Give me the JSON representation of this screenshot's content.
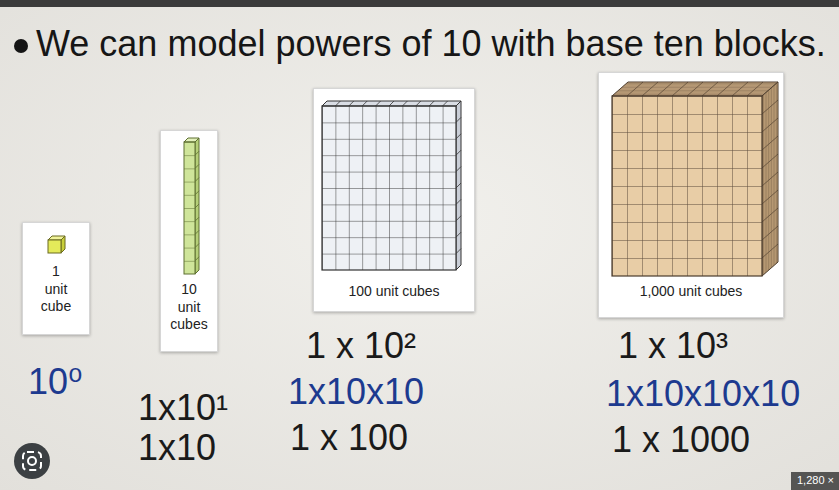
{
  "diagram": {
    "title": "We can model powers of 10 with base ten blocks.",
    "nodes": [
      {
        "text": [
          "1 unit cube"
        ]
      },
      {
        "text": [
          "10 unit cubes"
        ]
      },
      {
        "text": [
          "100 unit cubes"
        ]
      },
      {
        "text": [
          "1,000 unit cubes"
        ]
      },
      {
        "text": [
          "1,280 ×"
        ]
      }
    ],
    "labels": [
      "10⁰",
      "1x10¹",
      "1x10",
      "1 x 10²",
      "1x10x10",
      "1 x 100",
      "1 x 10³",
      "1x10x10x10",
      "1 x 1000"
    ]
  }
}
